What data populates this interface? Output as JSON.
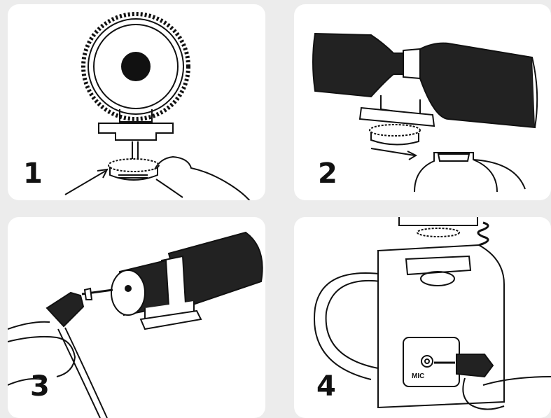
{
  "steps": [
    {
      "number": "1"
    },
    {
      "number": "2"
    },
    {
      "number": "3"
    },
    {
      "number": "4"
    }
  ],
  "camera": {
    "jack_label": "MIC"
  },
  "colors": {
    "background": "#ececec",
    "panel": "#ffffff",
    "ink": "#111111"
  }
}
